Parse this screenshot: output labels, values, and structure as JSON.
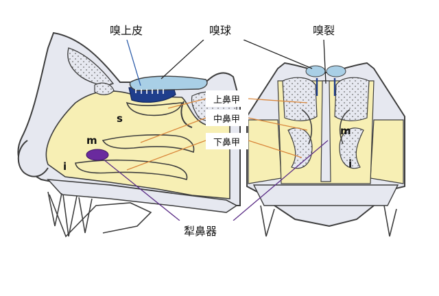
{
  "labels": {
    "olfactory_epithelium": "嗅上皮",
    "olfactory_bulb": "嗅球",
    "olfactory_cleft": "嗅裂",
    "superior_turbinate": "上鼻甲",
    "middle_turbinate": "中鼻甲",
    "inferior_turbinate": "下鼻甲",
    "vomeronasal_organ": "犁鼻器"
  },
  "letters": {
    "s": "s",
    "m_left": "m",
    "i_left": "i",
    "m_right": "m",
    "i_right": "i"
  },
  "colors": {
    "mucosa": "#f7efb4",
    "bone": "#e6e8f0",
    "outline": "#3d3d3d",
    "epithelium": "#1f3e8c",
    "bulb": "#a9cfe6",
    "vomeronasal": "#6a2a9e",
    "leader_orange": "#d9863a",
    "leader_blue": "#2a5aa8",
    "leader_purple": "#5b2d86",
    "leader_black": "#222222"
  }
}
